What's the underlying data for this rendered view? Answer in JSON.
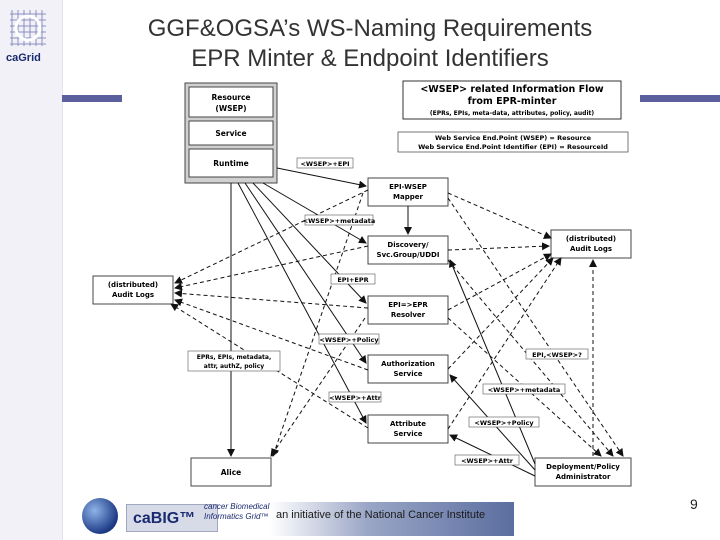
{
  "logo": {
    "text": "caGrid"
  },
  "title": {
    "line1": "GGF&OGSA’s WS-Naming Requirements",
    "line2": "EPR Minter & Endpoint Identifiers"
  },
  "diagram": {
    "info_title": "<WSEP> related Information Flow",
    "info_subtitle": "from EPR-minter",
    "info_detail": "(EPRs, EPIs, meta-data, attributes, policy, audit)",
    "def_line1": "Web Service End.Point (WSEP) = Resource",
    "def_line2": "Web Service End.Point Identifier (EPI) = ResourceId",
    "box_resource_1": "Resource",
    "box_resource_2": "(WSEP)",
    "box_service": "Service",
    "box_runtime": "Runtime",
    "box_mapper_1": "EPI-WSEP",
    "box_mapper_2": "Mapper",
    "box_discovery_1": "Discovery/",
    "box_discovery_2": "Svc.Group/UDDI",
    "box_resolver_1": "EPI=>EPR",
    "box_resolver_2": "Resolver",
    "box_authz_1": "Authorization",
    "box_authz_2": "Service",
    "box_attr_1": "Attribute",
    "box_attr_2": "Service",
    "box_deploy_1": "Deployment/Policy",
    "box_deploy_2": "Administrator",
    "box_audit_left_1": "(distributed)",
    "box_audit_left_2": "Audit Logs",
    "box_audit_right_1": "(distributed)",
    "box_audit_right_2": "Audit Logs",
    "box_alice": "Alice",
    "lbl_wsep_epi": "<WSEP>+EPI",
    "lbl_wsep_meta": "<WSEP>+metadata",
    "lbl_epi_epr": "EPI+EPR",
    "lbl_wsep_policy": "<WSEP>+Policy",
    "lbl_wsep_attr": "<WSEP>+Attr",
    "lbl_epi_wsep_q": "EPI,<WSEP>?",
    "lbl_wsep_meta2": "<WSEP>+metadata",
    "lbl_wsep_policy2": "<WSEP>+Policy",
    "lbl_wsep_attr2": "<WSEP>+Attr",
    "lbl_alice_info_1": "EPRs, EPIs, metadata,",
    "lbl_alice_info_2": "attr, authZ, policy"
  },
  "footer": {
    "brand": "caBIG™",
    "brand_sub_1": "cancer Biomedical",
    "brand_sub_2": "Informatics Grid™",
    "initiative": "an initiative of the National Cancer Institute"
  },
  "slide_number": "9"
}
